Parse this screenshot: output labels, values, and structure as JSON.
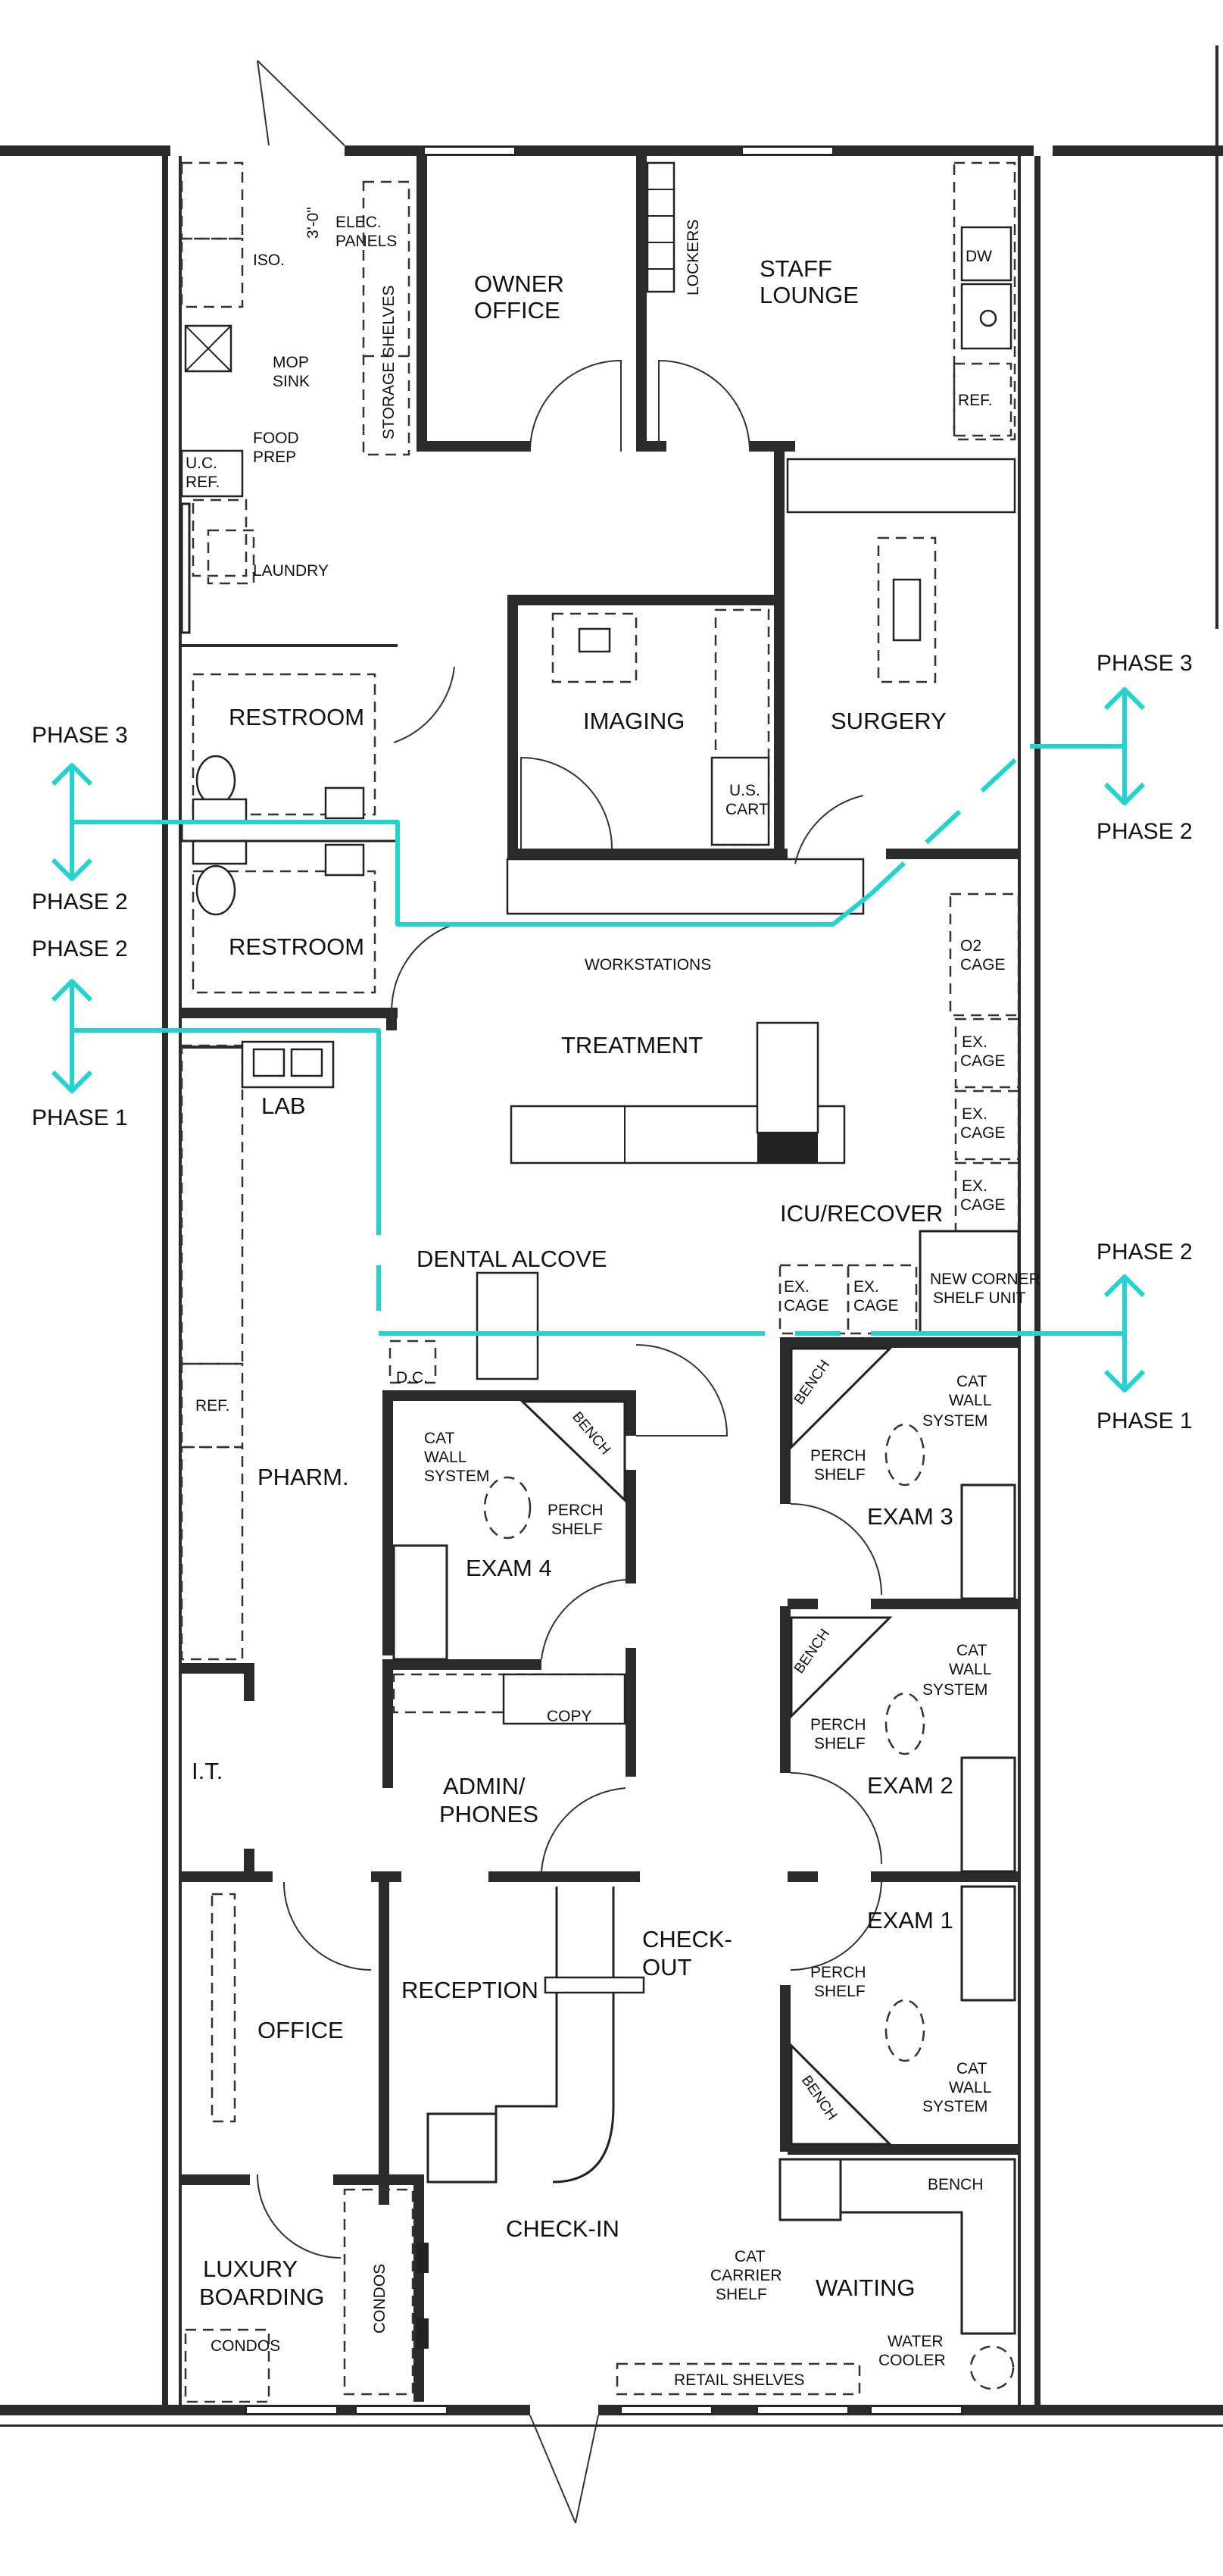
{
  "rooms": {
    "iso": "ISO.",
    "elec_panels_1": "ELEC.",
    "elec_panels_2": "PANELS",
    "dimension": "3'-0\"",
    "storage_shelves": "STORAGE SHELVES",
    "owner_office_1": "OWNER",
    "owner_office_2": "OFFICE",
    "lockers": "LOCKERS",
    "staff_lounge_1": "STAFF",
    "staff_lounge_2": "LOUNGE",
    "dw": "DW",
    "ref_lounge": "REF.",
    "mop_sink_1": "MOP",
    "mop_sink_2": "SINK",
    "food_prep_1": "FOOD",
    "food_prep_2": "PREP",
    "uc_ref_1": "U.C.",
    "uc_ref_2": "REF.",
    "laundry": "LAUNDRY",
    "restroom_1": "RESTROOM",
    "restroom_2": "RESTROOM",
    "imaging": "IMAGING",
    "us_cart_1": "U.S.",
    "us_cart_2": "CART",
    "surgery": "SURGERY",
    "workstations": "WORKSTATIONS",
    "o2_cage_1": "O2",
    "o2_cage_2": "CAGE",
    "treatment": "TREATMENT",
    "ex_cage": "EX.",
    "cage": "CAGE",
    "lab": "LAB",
    "icu_recover": "ICU/RECOVER",
    "dental_alcove": "DENTAL ALCOVE",
    "new_corner_1": "NEW CORNER",
    "new_corner_2": "SHELF UNIT",
    "dc": "D.C.",
    "ref_pharm": "REF.",
    "pharm": "PHARM.",
    "cat_wall_1": "CAT",
    "cat_wall_2": "WALL",
    "cat_wall_3": "SYSTEM",
    "bench": "BENCH",
    "perch_shelf_1": "PERCH",
    "perch_shelf_2": "SHELF",
    "exam_1": "EXAM 1",
    "exam_2": "EXAM 2",
    "exam_3": "EXAM 3",
    "exam_4": "EXAM 4",
    "copy": "COPY",
    "it": "I.T.",
    "admin_1": "ADMIN/",
    "admin_2": "PHONES",
    "checkout_1": "CHECK-",
    "checkout_2": "OUT",
    "office": "OFFICE",
    "reception": "RECEPTION",
    "luxury_boarding_1": "LUXURY",
    "luxury_boarding_2": "BOARDING",
    "condos": "CONDOS",
    "check_in": "CHECK-IN",
    "cat_carrier_1": "CAT",
    "cat_carrier_2": "CARRIER",
    "cat_carrier_3": "SHELF",
    "waiting": "WAITING",
    "water_cooler_1": "WATER",
    "water_cooler_2": "COOLER",
    "retail_shelves": "RETAIL SHELVES"
  },
  "phases": {
    "phase_1": "PHASE 1",
    "phase_2": "PHASE 2",
    "phase_3": "PHASE 3"
  },
  "colors": {
    "phase_line": "#22d3cf",
    "wall": "#2b2b2b"
  }
}
